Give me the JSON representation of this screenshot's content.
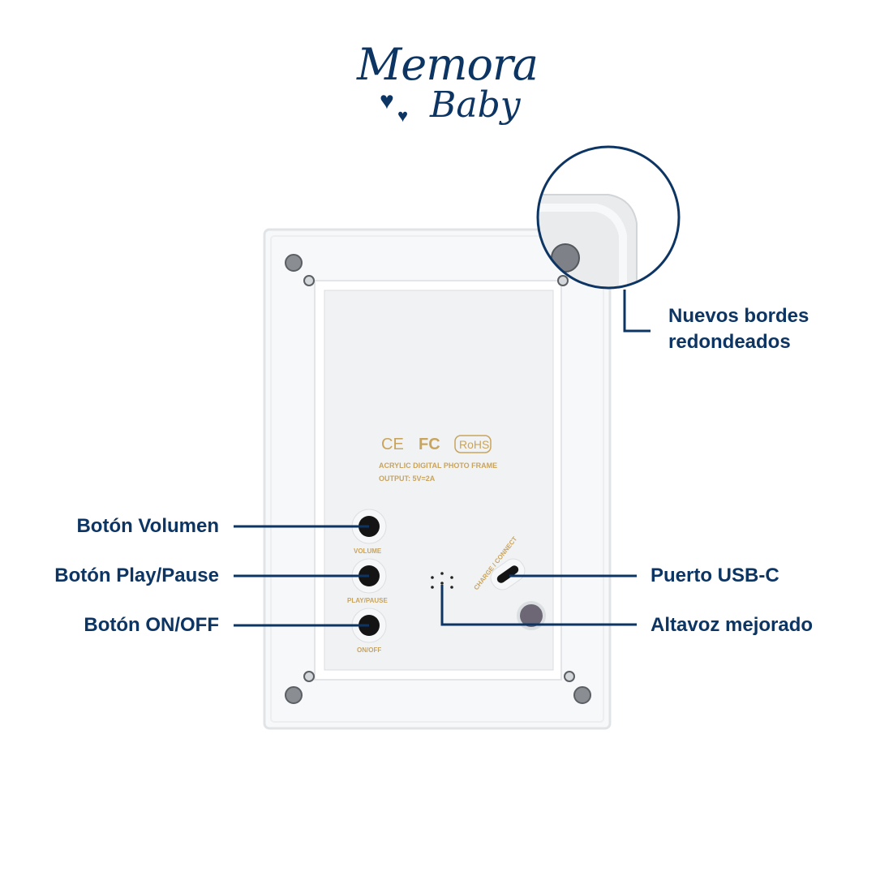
{
  "brand": {
    "line1": "Memora",
    "line2": "Baby"
  },
  "device": {
    "certifications": [
      "CE",
      "FC",
      "RoHS"
    ],
    "product_name": "ACRYLIC DIGITAL PHOTO FRAME",
    "output": "OUTPUT: 5V=2A",
    "button_labels": [
      "VOLUME",
      "PLAY/PAUSE",
      "ON/OFF"
    ],
    "port_label": "CHARGE / CONNECT"
  },
  "callouts": {
    "rounded_edges": [
      "Nuevos bordes",
      "redondeados"
    ],
    "volume": "Botón Volumen",
    "play_pause": "Botón Play/Pause",
    "on_off": "Botón ON/OFF",
    "usb_c": "Puerto USB-C",
    "speaker": "Altavoz mejorado"
  },
  "colors": {
    "accent": "#0d3563",
    "gold": "#c9a45c"
  }
}
